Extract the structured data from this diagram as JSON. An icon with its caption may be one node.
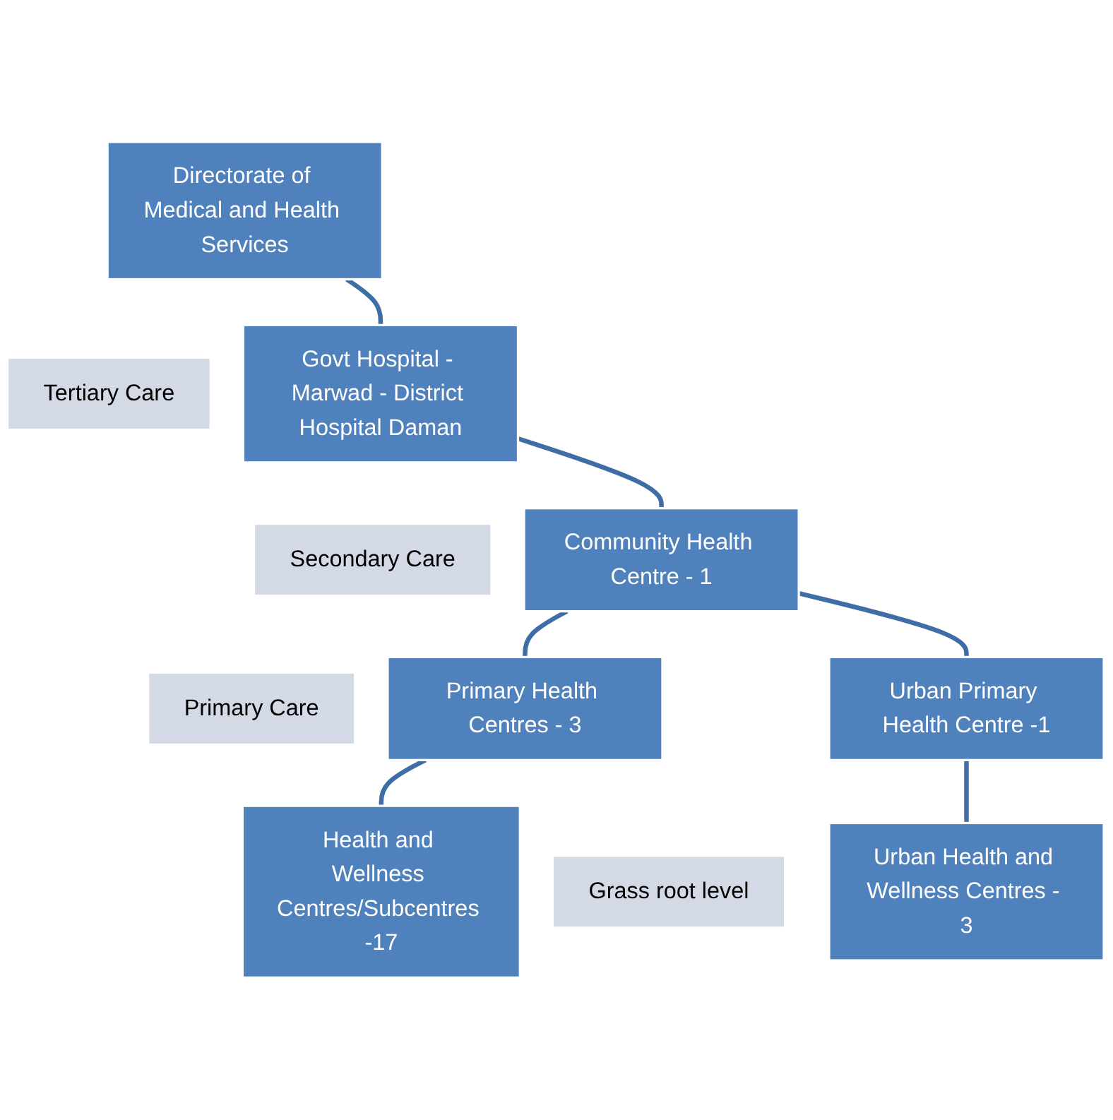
{
  "diagram": {
    "nodes": [
      {
        "text": [
          "Directorate of Medical and Health Services"
        ]
      },
      {
        "text": [
          "Tertiary Care"
        ]
      },
      {
        "text": [
          "Govt Hospital - Marwad - District Hospital Daman"
        ]
      },
      {
        "text": [
          "Secondary Care"
        ]
      },
      {
        "text": [
          "Community Health Centre - 1"
        ]
      },
      {
        "text": [
          "Primary Care"
        ]
      },
      {
        "text": [
          "Primary Health Centres - 3"
        ]
      },
      {
        "text": [
          "Urban Primary Health Centre -1"
        ]
      },
      {
        "text": [
          "Grass root level"
        ]
      },
      {
        "text": [
          "Health and Wellness Centres/Subcentres -17"
        ]
      },
      {
        "text": [
          "Urban Health and Wellness Centres - 3"
        ]
      }
    ],
    "edges": [
      {
        "from": 0,
        "to": 2,
        "arrow": "none"
      },
      {
        "from": 2,
        "to": 4,
        "arrow": "none"
      },
      {
        "from": 4,
        "to": 6,
        "arrow": "none"
      },
      {
        "from": 4,
        "to": 7,
        "arrow": "none"
      },
      {
        "from": 6,
        "to": 9,
        "arrow": "none"
      },
      {
        "from": 7,
        "to": 10,
        "arrow": "none"
      }
    ]
  }
}
